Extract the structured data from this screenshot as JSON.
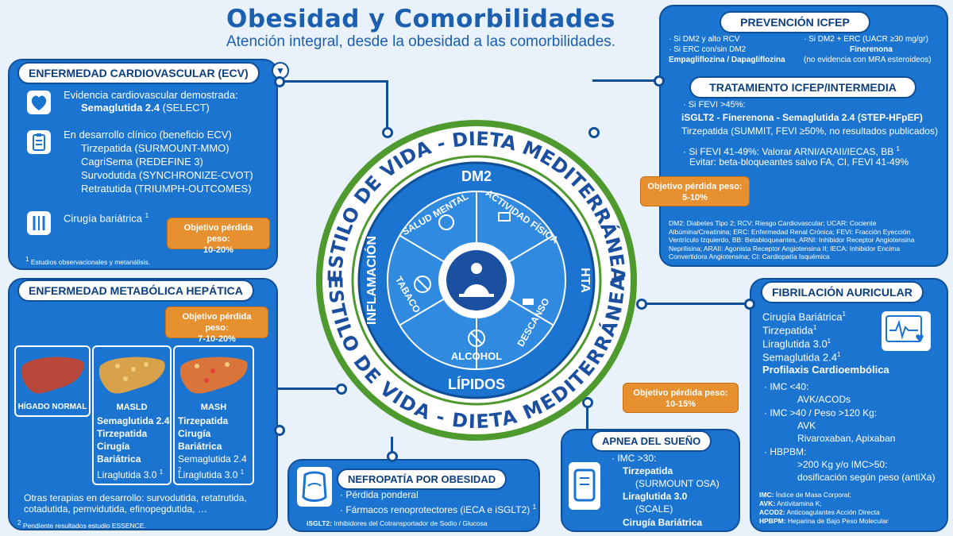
{
  "header": {
    "title": "Obesidad y Comorbilidades",
    "subtitle": "Atención integral, desde la obesidad a las comorbilidades."
  },
  "ecv": {
    "title": "ENFERMEDAD CARDIOVASCULAR (ECV)",
    "evidence_label": "Evidencia cardiovascular demostrada:",
    "evidence_drug": "Semaglutida 2.4",
    "evidence_trial": "(SELECT)",
    "dev_label": "En desarrollo clínico (beneficio ECV)",
    "dev_items": [
      "Tirzepatida (SURMOUNT-MMO)",
      "CagriSema (REDEFINE 3)",
      "Survodutida (SYNCHRONIZE-CVOT)",
      "Retratutida (TRIUMPH-OUTCOMES)"
    ],
    "surgery": "Cirugía bariátrica",
    "surgery_sup": "1",
    "goal_label": "Objetivo pérdida peso:",
    "goal_value": "10-20%",
    "footnote_sup": "1",
    "footnote": "Estudios observacionales y metanálisis."
  },
  "hepatic": {
    "title": "ENFERMEDAD METABÓLICA HEPÁTICA",
    "goal_label": "Objetivo pérdida peso:",
    "goal_value": "7-10-20%",
    "normal_label": "HÍGADO NORMAL",
    "masld_label": "MASLD",
    "masld_items": [
      "Semaglutida 2.4",
      "Tirzepatida",
      "Cirugía",
      "Bariátrica"
    ],
    "masld_extra": "Liraglutida 3.0",
    "masld_extra_sup": "1",
    "mash_label": "MASH",
    "mash_items": [
      "Tirzepatida",
      "Cirugía",
      "Bariátrica"
    ],
    "mash_extra1": "Semaglutida 2.4",
    "mash_extra1_sup": "2",
    "mash_extra2": "Liraglutida 3.0",
    "mash_extra2_sup": "1",
    "other_label": "Otras terapias en desarrollo: survodutida, retatrutida, cotadutida, pemvidutida, efinopegdutida, …",
    "footnote_sup": "2",
    "footnote": "Pendiente resultados estudio ESSENCE."
  },
  "nephro": {
    "title": "NEFROPATÍA POR OBESIDAD",
    "items": [
      "Pérdida ponderal",
      "Fármacos renoprotectores (iECA e iSGLT2)"
    ],
    "item2_sup": "1",
    "footnote_abbr": "iSGLT2:",
    "footnote": "Inhibidores del Cotransportador de Sodio / Glucosa"
  },
  "sleep": {
    "title": "APNEA DEL SUEÑO",
    "imc": "IMC >30:",
    "drug1": "Tirzepatida",
    "trial1": "(SURMOUNT OSA)",
    "drug2": "Liraglutida 3.0",
    "trial2": "(SCALE)",
    "drug3": "Cirugía Bariátrica",
    "goal_label": "Objetivo pérdida peso:",
    "goal_value": "10-15%"
  },
  "af": {
    "title": "FIBRILACIÓN AURICULAR",
    "items": [
      {
        "text": "Cirugía Bariátrica",
        "sup": "1"
      },
      {
        "text": "Tirzepatida",
        "sup": "1"
      },
      {
        "text": "Liraglutida 3.0",
        "sup": "1"
      },
      {
        "text": "Semaglutida 2.4",
        "sup": "1"
      }
    ],
    "prophylaxis": "Profilaxis Cardioembólica",
    "b1": "IMC <40:",
    "b1v": "AVK/ACODs",
    "b2": "IMC >40 / Peso >120 Kg:",
    "b2v1": "AVK",
    "b2v2": "Rivaroxaban, Apixaban",
    "b3": "HBPBM:",
    "b3v1": ">200 Kg y/o IMC>50:",
    "b3v2": "dosificación según peso (antiXa)",
    "abbr": [
      {
        "k": "IMC:",
        "v": "Índice de Masa Corporal;"
      },
      {
        "k": "AVK:",
        "v": "Antivitamina K;"
      },
      {
        "k": "ACOD2:",
        "v": "Anticoagulantes Acción Directa"
      },
      {
        "k": "HPBPM:",
        "v": "Heparina de Bajo Peso Molecular"
      }
    ]
  },
  "icfep": {
    "prev_title": "PREVENCIÓN ICFEP",
    "prev_l1": "· Si DM2 y alto RCV",
    "prev_l2": "· Si ERC con/sin DM2",
    "prev_drugs": "Empagliflozina / Dapagliflozina",
    "prev_r1": "· Si DM2 + ERC (UACR ≥30 mg/gr)",
    "prev_r2": "Finerenona",
    "prev_r3": "(no evidencia con MRA esteroideos)",
    "trat_title": "TRATAMIENTO ICFEP/INTERMEDIA",
    "t1": "· Si FEVI >45%:",
    "t2": "iSGLT2 - Finerenona - Semaglutida 2.4 (STEP-HFpEF)",
    "t3": "Tirzepatida (SUMMIT, FEVI ≥50%, no resultados publicados)",
    "t4": "· Si FEVI 41-49%: Valorar ARNI/ARAII/IECAS, BB",
    "t4_sup": "1",
    "t5": "Evitar: beta-bloqueantes salvo FA, CI, FEVI 41-49%",
    "goal_label": "Objetivo pérdida peso:",
    "goal_value": "5-10%",
    "abbr": "DM2: Diabetes Tipo 2; RCV: Riesgo Cardiovascular; UCAR: Cociente Albúmina/Creatinina; ERC: Enfermedad Renal Crónica; FEVI: Fracción Eyección Ventrículo Izquierdo, BB: Betabloqueantes, ARNI: Inhibidor Receptor Angiotensina Neprilisina; ARAII: Agonista Receptor Angiotensina II; IECA: Inhibidor Encima Convertidora Angiotensina; CI: Cardiopatía Isquémica"
  },
  "wheel": {
    "outer_top": "ESTILO DE VIDA - DIETA MEDITERRÁNEA",
    "outer_bottom": "ESTILO DE VIDA - DIETA MEDITERRÁNEA",
    "dm2": "DM2",
    "hta": "HTA",
    "lipidos": "LÍPIDOS",
    "inflamacion": "INFLAMACIÓN",
    "salud_mental": "SALUD MENTAL",
    "actividad_fisica": "ACTIVIDAD FÍSICA",
    "descanso": "DESCANSO",
    "alcohol": "ALCOHOL",
    "tabaco": "TABACO"
  },
  "colors": {
    "panel": "#1b75d0",
    "dark": "#0b3f7e",
    "green": "#4f9a2f",
    "orange": "#e7902f"
  }
}
